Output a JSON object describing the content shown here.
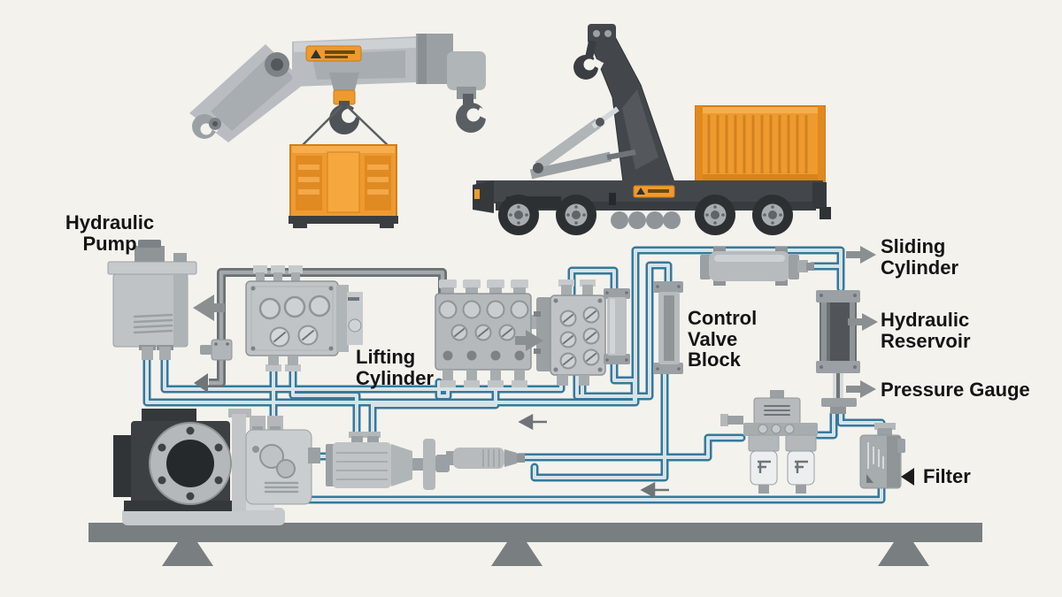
{
  "diagram": {
    "type": "hydraulic-system-schematic",
    "labels": {
      "hydraulic_pump": "Hydraulic\nPump",
      "lifting_cylinder": "Lifting\nCylinder",
      "control_valve_block": "Control\nValve\nBlock",
      "sliding_cylinder": "Sliding\nCylinder",
      "hydraulic_reservoir": "Hydraulic\nReservoir",
      "pressure_gauge": "Pressure Gauge",
      "filter": "Filter"
    },
    "stickers": {
      "crane_warning_symbol": "⚠",
      "truck_warning_symbol": "⚠"
    },
    "colors": {
      "background": "#f4f2ed",
      "hose_blue_outline": "#35799b",
      "hose_blue_fill": "#d7e3e8",
      "pipe_gray_outline": "#6a7073",
      "metal_light": "#c3c7c9",
      "metal_mid": "#9aa0a3",
      "metal_dark": "#3e4246",
      "accent_orange": "#ef9a2f",
      "floor_gray": "#797e81",
      "label_text": "#141414",
      "arrow_gray": "#8a8f92"
    }
  }
}
